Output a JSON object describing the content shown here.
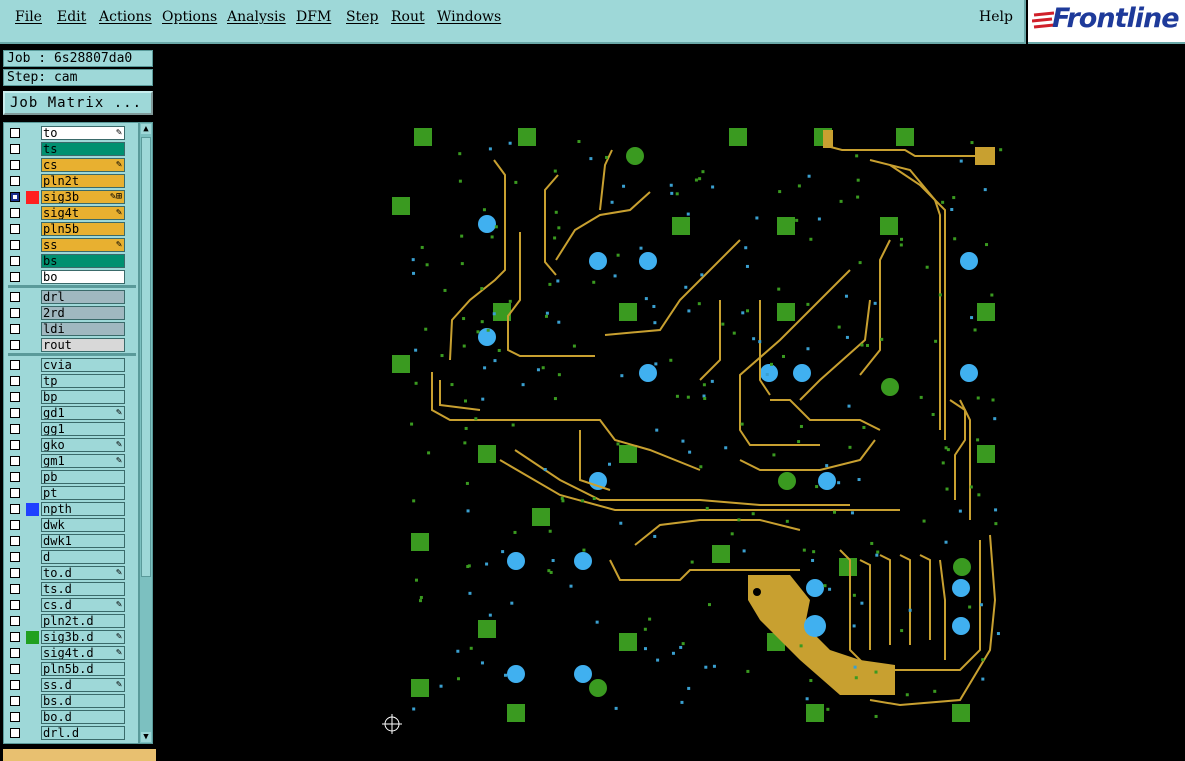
{
  "menu": {
    "file": "File",
    "edit": "Edit",
    "actions": "Actions",
    "options": "Options",
    "analysis": "Analysis",
    "dfm": "DFM",
    "step": "Step",
    "rout": "Rout",
    "windows": "Windows",
    "help": "Help"
  },
  "logo": {
    "text": "Frontline",
    "brand_color": "#1e3a9a",
    "accent_color": "#d0202a"
  },
  "job": {
    "job_label": "Job : 6s28807da0",
    "step_label": "Step: cam",
    "matrix_button": "Job Matrix ..."
  },
  "layers": [
    {
      "name": "to",
      "bg": "#ffffff",
      "checked": false,
      "flag": "edit",
      "color": ""
    },
    {
      "name": "ts",
      "bg": "#009070",
      "checked": false,
      "flag": "",
      "color": ""
    },
    {
      "name": "cs",
      "bg": "#e8b030",
      "checked": false,
      "flag": "edit",
      "color": ""
    },
    {
      "name": "pln2t",
      "bg": "#e8b030",
      "checked": false,
      "flag": "",
      "color": ""
    },
    {
      "name": "sig3b",
      "bg": "#e8b030",
      "checked": true,
      "flag": "edit-grid",
      "color": "#ff2020"
    },
    {
      "name": "sig4t",
      "bg": "#e8b030",
      "checked": false,
      "flag": "edit",
      "color": ""
    },
    {
      "name": "pln5b",
      "bg": "#e8b030",
      "checked": false,
      "flag": "",
      "color": ""
    },
    {
      "name": "ss",
      "bg": "#e8b030",
      "checked": false,
      "flag": "edit",
      "color": ""
    },
    {
      "name": "bs",
      "bg": "#009070",
      "checked": false,
      "flag": "",
      "color": ""
    },
    {
      "name": "bo",
      "bg": "#ffffff",
      "checked": false,
      "flag": "",
      "color": ""
    },
    {
      "name": "drl",
      "bg": "#a0b8c0",
      "checked": false,
      "flag": "",
      "color": ""
    },
    {
      "name": "2rd",
      "bg": "#a0b8c0",
      "checked": false,
      "flag": "",
      "color": ""
    },
    {
      "name": "ldi",
      "bg": "#a0b8c0",
      "checked": false,
      "flag": "",
      "color": ""
    },
    {
      "name": "rout",
      "bg": "#d8d8d8",
      "checked": false,
      "flag": "",
      "color": ""
    },
    {
      "name": "cvia",
      "bg": "#9ed8d8",
      "checked": false,
      "flag": "",
      "color": ""
    },
    {
      "name": "tp",
      "bg": "#9ed8d8",
      "checked": false,
      "flag": "",
      "color": ""
    },
    {
      "name": "bp",
      "bg": "#9ed8d8",
      "checked": false,
      "flag": "",
      "color": ""
    },
    {
      "name": "gd1",
      "bg": "#9ed8d8",
      "checked": false,
      "flag": "edit",
      "color": ""
    },
    {
      "name": "gg1",
      "bg": "#9ed8d8",
      "checked": false,
      "flag": "",
      "color": ""
    },
    {
      "name": "gko",
      "bg": "#9ed8d8",
      "checked": false,
      "flag": "edit",
      "color": ""
    },
    {
      "name": "gm1",
      "bg": "#9ed8d8",
      "checked": false,
      "flag": "edit",
      "color": ""
    },
    {
      "name": "pb",
      "bg": "#9ed8d8",
      "checked": false,
      "flag": "",
      "color": ""
    },
    {
      "name": "pt",
      "bg": "#9ed8d8",
      "checked": false,
      "flag": "",
      "color": ""
    },
    {
      "name": "npth",
      "bg": "#9ed8d8",
      "checked": false,
      "flag": "",
      "color": "#2040ff"
    },
    {
      "name": "dwk",
      "bg": "#9ed8d8",
      "checked": false,
      "flag": "",
      "color": ""
    },
    {
      "name": "dwk1",
      "bg": "#9ed8d8",
      "checked": false,
      "flag": "",
      "color": ""
    },
    {
      "name": "d",
      "bg": "#9ed8d8",
      "checked": false,
      "flag": "",
      "color": ""
    },
    {
      "name": "to.d",
      "bg": "#9ed8d8",
      "checked": false,
      "flag": "edit",
      "color": ""
    },
    {
      "name": "ts.d",
      "bg": "#9ed8d8",
      "checked": false,
      "flag": "",
      "color": ""
    },
    {
      "name": "cs.d",
      "bg": "#9ed8d8",
      "checked": false,
      "flag": "edit",
      "color": ""
    },
    {
      "name": "pln2t.d",
      "bg": "#9ed8d8",
      "checked": false,
      "flag": "",
      "color": ""
    },
    {
      "name": "sig3b.d",
      "bg": "#9ed8d8",
      "checked": false,
      "flag": "edit",
      "color": "#20a020"
    },
    {
      "name": "sig4t.d",
      "bg": "#9ed8d8",
      "checked": false,
      "flag": "edit",
      "color": ""
    },
    {
      "name": "pln5b.d",
      "bg": "#9ed8d8",
      "checked": false,
      "flag": "",
      "color": ""
    },
    {
      "name": "ss.d",
      "bg": "#9ed8d8",
      "checked": false,
      "flag": "edit",
      "color": ""
    },
    {
      "name": "bs.d",
      "bg": "#9ed8d8",
      "checked": false,
      "flag": "",
      "color": ""
    },
    {
      "name": "bo.d",
      "bg": "#9ed8d8",
      "checked": false,
      "flag": "",
      "color": ""
    },
    {
      "name": "drl.d",
      "bg": "#9ed8d8",
      "checked": false,
      "flag": "",
      "color": ""
    }
  ],
  "colors": {
    "panel": "#9ed8d8",
    "pcb_green": "#3a9a20",
    "pcb_trace": "#c8a030",
    "pcb_hole": "#40b0f0",
    "pcb_dot": "#3aa0d0"
  },
  "icons": {
    "edit": "pencil-icon",
    "grid": "grid-icon",
    "origin": "crosshair-icon"
  }
}
